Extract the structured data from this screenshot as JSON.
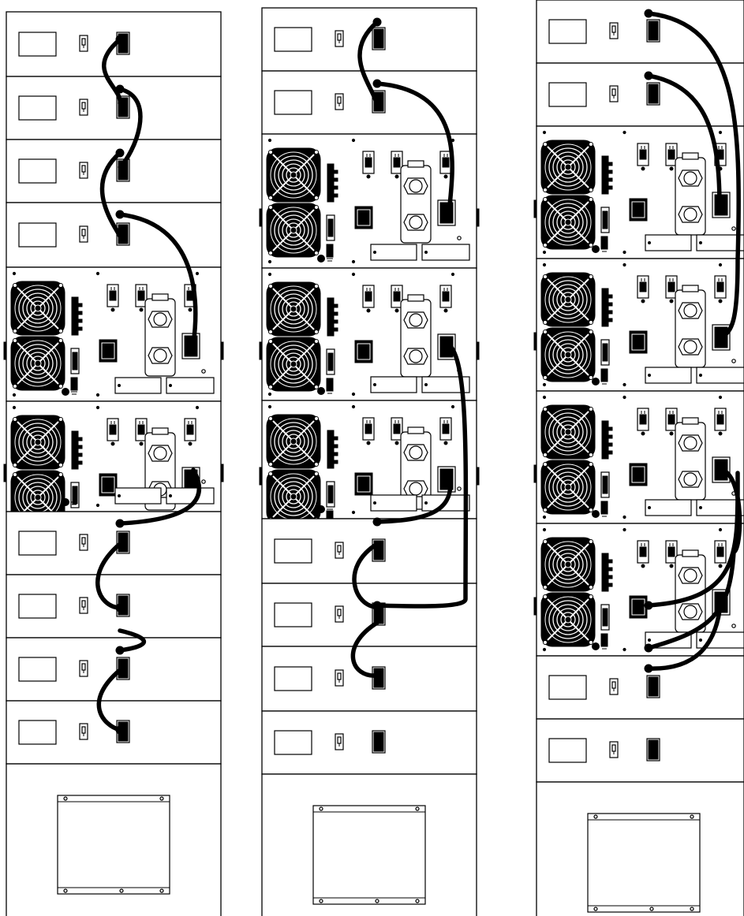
{
  "diagram": {
    "racks": [
      {
        "id": "rack-1",
        "modules": [
          "battery",
          "battery",
          "battery",
          "battery",
          "ups",
          "ups",
          "battery",
          "battery",
          "battery",
          "battery",
          "base"
        ]
      },
      {
        "id": "rack-2",
        "modules": [
          "battery",
          "battery",
          "ups",
          "ups",
          "ups",
          "battery",
          "battery",
          "battery",
          "battery",
          "base"
        ]
      },
      {
        "id": "rack-3",
        "modules": [
          "battery",
          "battery",
          "ups",
          "ups",
          "ups",
          "ups",
          "battery",
          "battery",
          "base"
        ]
      }
    ],
    "colors": {
      "line": "#000000",
      "background": "#ffffff",
      "cable": "#000000"
    },
    "icons": [
      "fan-icon",
      "breaker-switch-icon",
      "battery-connector-icon",
      "terminal-block-icon",
      "ground-icon",
      "serial-port-icon"
    ]
  }
}
